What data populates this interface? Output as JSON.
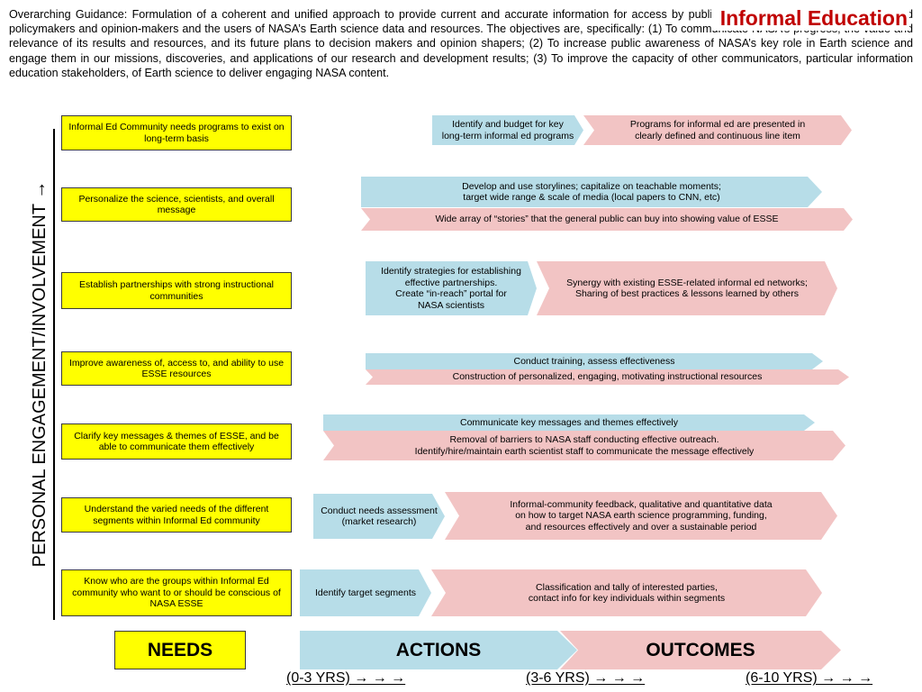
{
  "title": "Informal Education",
  "guidance": "Overarching Guidance:  Formulation of a coherent and unified approach to provide current and accurate information for access by public, informal education stakeholders and policymakers and opinion-makers and the users of NASA’s Earth science data and resources. The objectives are, specifically: (1) To communicate  NASA’s progress, the value and relevance of its results and resources, and its future plans to decision makers and opinion shapers; (2) To increase public awareness of NASA’s key role in Earth science and engage them in our missions, discoveries, and applications of our research and development results;  (3) To improve the capacity of other communicators, particular information education stakeholders, of Earth science to deliver engaging NASA content.",
  "axis_label": "PERSONAL ENGAGEMENT/INVOLVEMENT →",
  "needs": [
    "Informal Ed Community needs programs to exist on long-term basis",
    "Personalize the science, scientists, and overall message",
    "Establish partnerships with strong instructional communities",
    "Improve awareness of, access to, and ability to use ESSE resources",
    "Clarify key messages & themes of ESSE, and be able to communicate them effectively",
    "Understand the varied needs of the different segments within Informal Ed community",
    "Know who are the groups within Informal Ed community who want to or should be conscious of NASA ESSE"
  ],
  "arrows": [
    "Identify and budget for key\nlong-term informal ed programs",
    "Programs for informal ed are presented in\nclearly defined and continuous line item",
    "Develop and use storylines; capitalize on teachable moments;\ntarget wide range & scale of media (local papers to CNN, etc)",
    "Wide array of “stories” that the general public can buy into showing value of ESSE",
    "Identify strategies for establishing\neffective partnerships.\nCreate “in-reach” portal for\nNASA scientists",
    "Synergy with existing ESSE-related informal ed networks;\nSharing of best practices & lessons learned by others",
    "Conduct training, assess effectiveness",
    "Construction of personalized, engaging, motivating instructional resources",
    "Communicate key messages and themes effectively",
    "Removal of barriers to NASA staff conducting effective outreach.\nIdentify/hire/maintain earth scientist staff to communicate the message effectively",
    "Conduct needs assessment\n(market research)",
    "Informal-community feedback, qualitative and quantitative data\non how to target NASA earth science programming, funding,\nand resources effectively and over a sustainable period",
    "Identify target segments",
    "Classification and tally of interested parties,\ncontact info for key individuals within segments"
  ],
  "footer": {
    "needs": "NEEDS",
    "actions": "ACTIONS",
    "outcomes": "OUTCOMES"
  },
  "timeline": [
    "(0-3 YRS) → → →",
    "(3-6 YRS) → → →",
    "(6-10 YRS) → → →"
  ],
  "colors": {
    "needs": "#ffff00",
    "actions": "#b7dde8",
    "outcomes": "#f2c4c4",
    "title": "#c00000"
  }
}
